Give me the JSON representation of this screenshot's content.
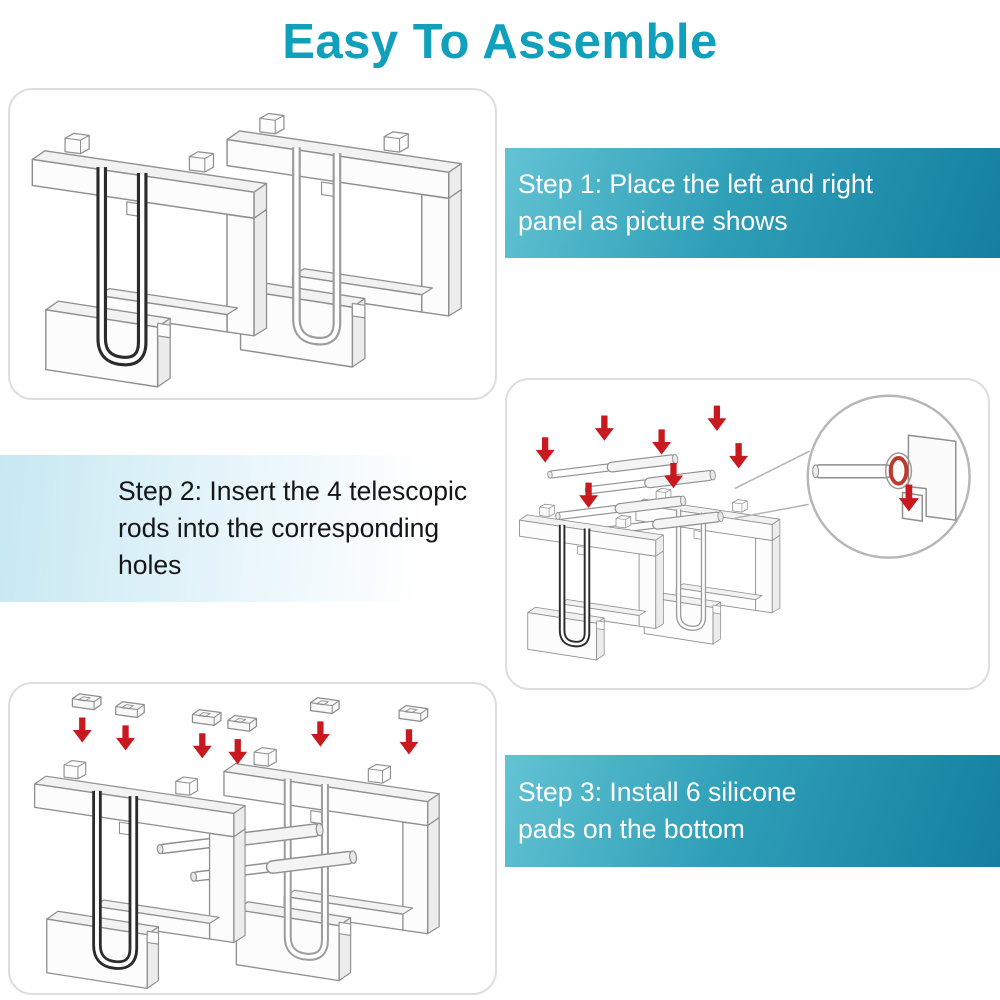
{
  "title": "Easy To Assemble",
  "steps": [
    {
      "label": "Step 1: Place the left and right\npanel as picture shows"
    },
    {
      "label": "Step 2: Insert the 4 telescopic\nrods into the corresponding\nholes"
    },
    {
      "label": "Step 3: Install 6 silicone\npads on the bottom"
    }
  ],
  "colors": {
    "title_teal": "#10a0bc",
    "banner_teal_light": "#63c3d3",
    "banner_teal_dark": "#147fa0",
    "banner_light_blue": "#c7e8f2",
    "step_text_light": "#ffffff",
    "step_text_dark": "#161616",
    "arrow_red": "#c8191e",
    "drawing_line_gray": "#8f8f8f"
  },
  "icons": {
    "red_down_arrow": "▼",
    "zoom_detail_circle": "◯"
  }
}
